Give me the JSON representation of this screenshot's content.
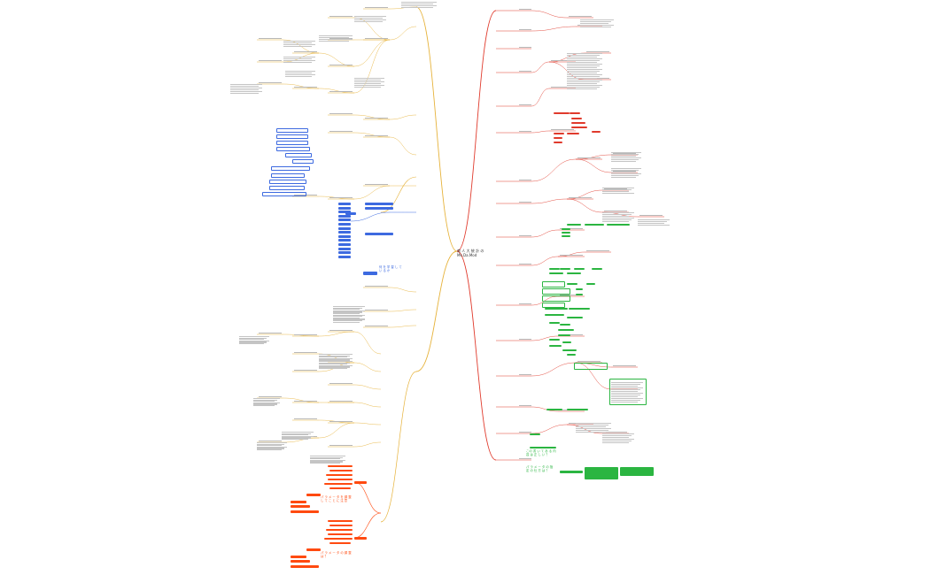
{
  "root": {
    "title_line1": "商 人 大 統 計 の",
    "title_line2": "Mk.Da.Mod"
  },
  "colors": {
    "red": "#e03a2c",
    "green": "#2bb541",
    "blue": "#3d6ae0",
    "orange": "#ff4a10",
    "yellow": "#e6b23a",
    "gray_branch": "#999999"
  },
  "callouts": {
    "right_1": "この 書 い て あ る 内 容 は 正 し い ？",
    "right_2": "パ ラ メ ー タ の 指 定 の 仕 方 は ？",
    "right_3": "何 を 学 習 し て い る か",
    "left_1": "パ ラ メ ー タ を 調 整 し て こ と に 注 意",
    "left_2": "パ ラ メ ー タ の 調 整 は ？"
  }
}
